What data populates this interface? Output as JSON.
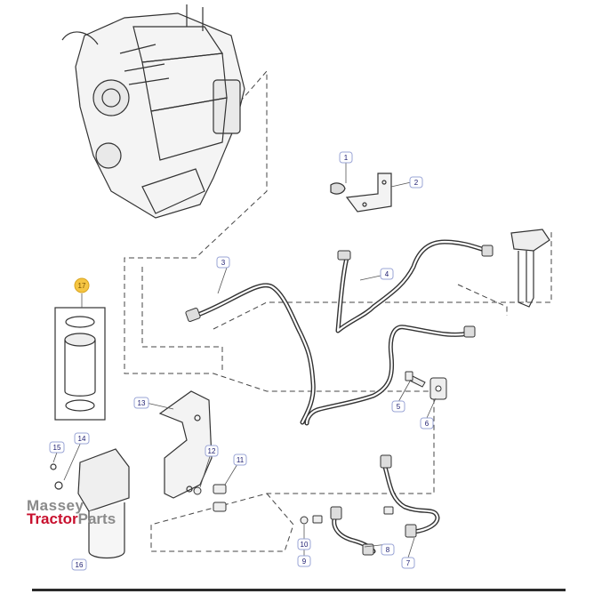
{
  "diagram": {
    "callouts": [
      {
        "id": "c1",
        "label": "1"
      },
      {
        "id": "c2",
        "label": "2"
      },
      {
        "id": "c3",
        "label": "3"
      },
      {
        "id": "c4",
        "label": "4"
      },
      {
        "id": "c5",
        "label": "5"
      },
      {
        "id": "c6",
        "label": "6"
      },
      {
        "id": "c7",
        "label": "7"
      },
      {
        "id": "c8",
        "label": "8"
      },
      {
        "id": "c9",
        "label": "9"
      },
      {
        "id": "c10",
        "label": "10"
      },
      {
        "id": "c11",
        "label": "11"
      },
      {
        "id": "c12",
        "label": "12"
      },
      {
        "id": "c13",
        "label": "13"
      },
      {
        "id": "c14",
        "label": "14"
      },
      {
        "id": "c15",
        "label": "15"
      },
      {
        "id": "c16",
        "label": "16"
      },
      {
        "id": "c17",
        "label": "17"
      }
    ],
    "colors": {
      "line": "#333333",
      "callout_border": "#9aa4d6",
      "callout_text": "#1a1a6e",
      "highlight_callout": "#f5c542",
      "watermark_red": "#c8102e",
      "watermark_grey": "#8a8a8a"
    }
  },
  "watermark": {
    "line1": "Massey",
    "line2_a": "Tractor",
    "line2_b": "Parts"
  }
}
